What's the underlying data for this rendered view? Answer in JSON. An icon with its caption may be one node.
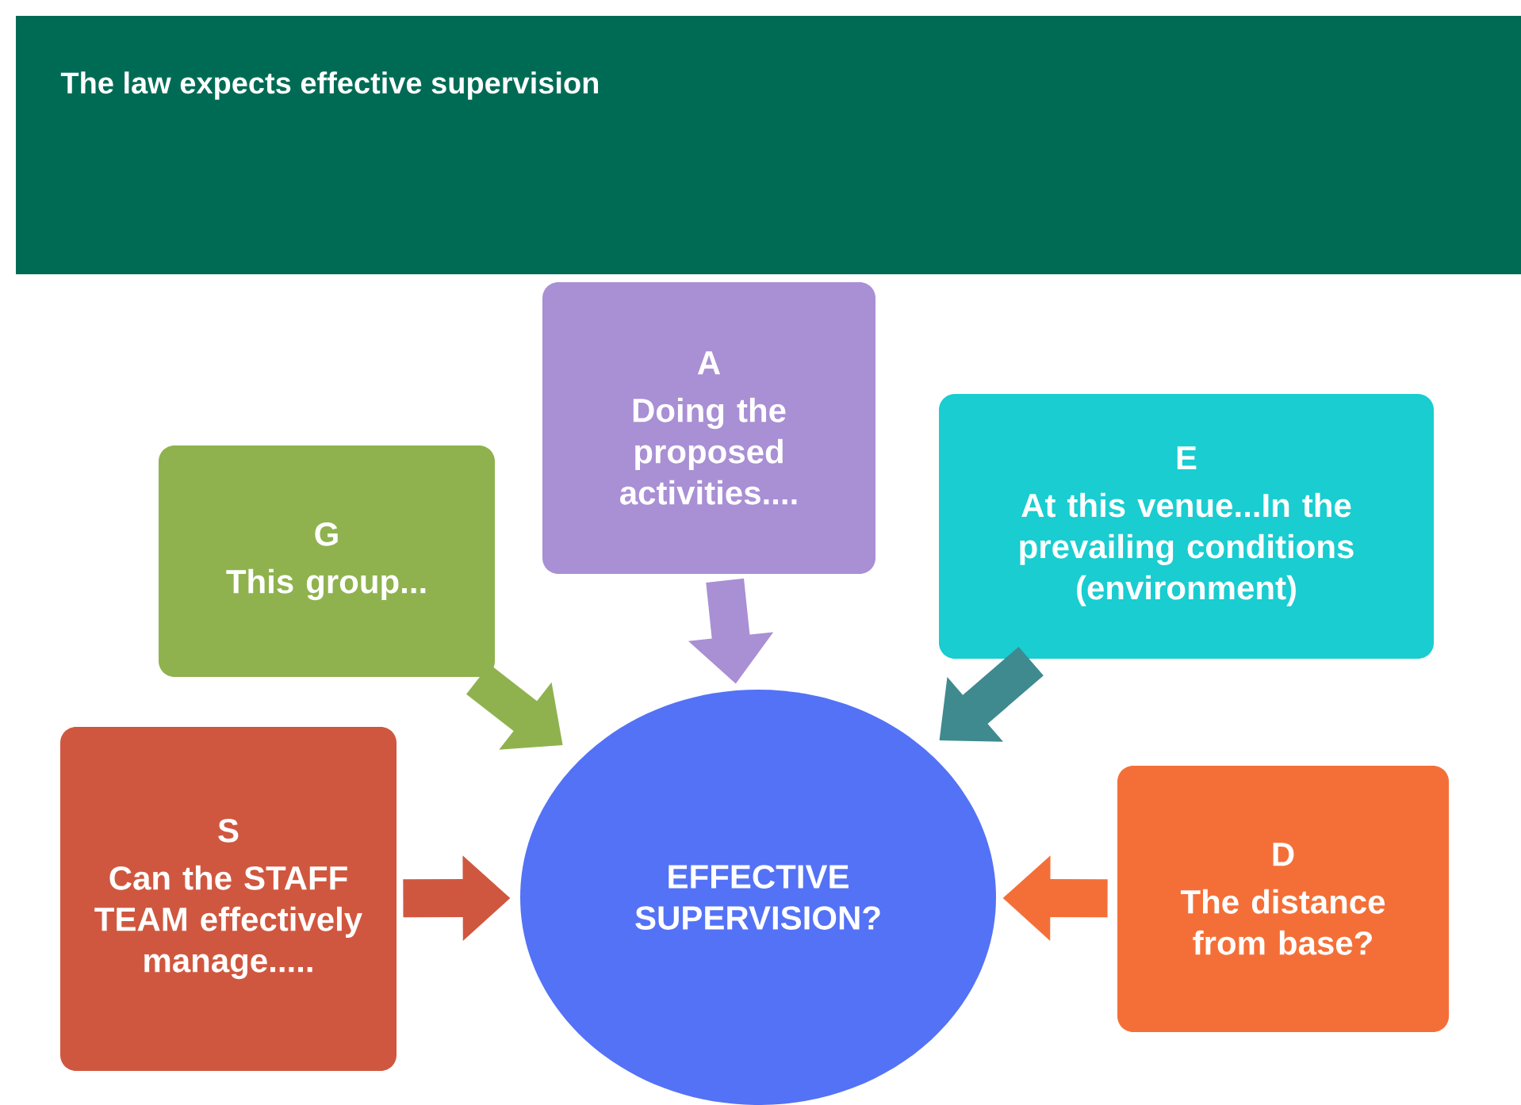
{
  "diagram": {
    "title": "The law expects effective supervision",
    "nodes": [
      {
        "text": [
          "G",
          "This group..."
        ]
      },
      {
        "text": [
          "A",
          "Doing the proposed activities...."
        ]
      },
      {
        "text": [
          "E",
          "At this venue...In the prevailing conditions (environment)"
        ]
      },
      {
        "text": [
          "S",
          "Can the STAFF TEAM effectively manage....."
        ]
      },
      {
        "text": [
          "EFFECTIVE SUPERVISION?"
        ]
      },
      {
        "text": [
          "D",
          "The distance from base?"
        ]
      }
    ],
    "edges": [
      {
        "from": 0,
        "to": 4,
        "arrow": "to",
        "color": "#8fb24e"
      },
      {
        "from": 1,
        "to": 4,
        "arrow": "to",
        "color": "#a98fd4"
      },
      {
        "from": 2,
        "to": 4,
        "arrow": "to",
        "color": "#3e8a8f"
      },
      {
        "from": 3,
        "to": 4,
        "arrow": "to",
        "color": "#d0573f"
      },
      {
        "from": 5,
        "to": 4,
        "arrow": "to",
        "color": "#f46f38"
      }
    ]
  }
}
